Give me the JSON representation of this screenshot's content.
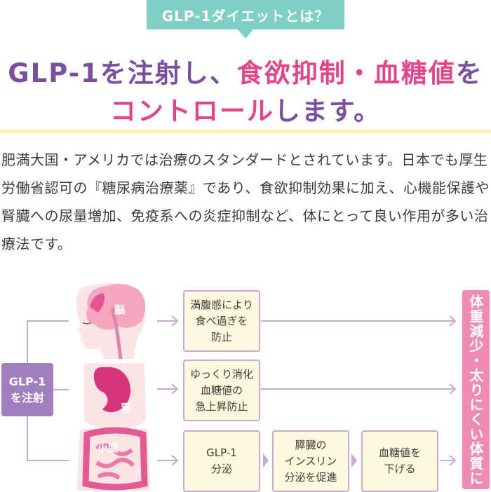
{
  "tab_label": "GLP-1ダイエットとは？",
  "headline": {
    "line1_a": "GLP-1を注射し、",
    "line1_b": "食欲抑制・血糖値",
    "line1_c": "を",
    "line2_a": "コントロール",
    "line2_b": "します。"
  },
  "body": "肥満大国・アメリカでは治療のスタンダードとされています。日本でも厚生労働省認可の『糖尿病治療薬』であり、食欲抑制効果に加え、心機能保護や腎臓への尿量増加、免疫系への炎症抑制など、体にとって良い作用が多い治療法です。",
  "diagram": {
    "start": {
      "line1": "GLP-1",
      "line2": "を注射"
    },
    "organs": {
      "brain": "脳",
      "stomach": "胃",
      "intestine": "小腸"
    },
    "steps": {
      "brain_effect": {
        "l1": "満腹感により",
        "l2": "食べ過ぎを",
        "l3": "防止"
      },
      "stomach_effect": {
        "l1": "ゆっくり消化",
        "l2": "血糖値の",
        "l3": "急上昇防止"
      },
      "intestine_1": {
        "l1": "GLP-1",
        "l2": "分泌"
      },
      "intestine_2": {
        "l1": "膵臓の",
        "l2": "インスリン",
        "l3": "分泌を促進"
      },
      "intestine_3": {
        "l1": "血糖値を",
        "l2": "下げる"
      }
    },
    "result": "体重減少・太りにくい体質に"
  },
  "colors": {
    "teal": "#7fcfc6",
    "purple": "#7b4f9e",
    "pink": "#e0468a",
    "box_fill": "#fdf9df",
    "box_border": "#c9a8d6",
    "result": "#ef8bb3"
  }
}
